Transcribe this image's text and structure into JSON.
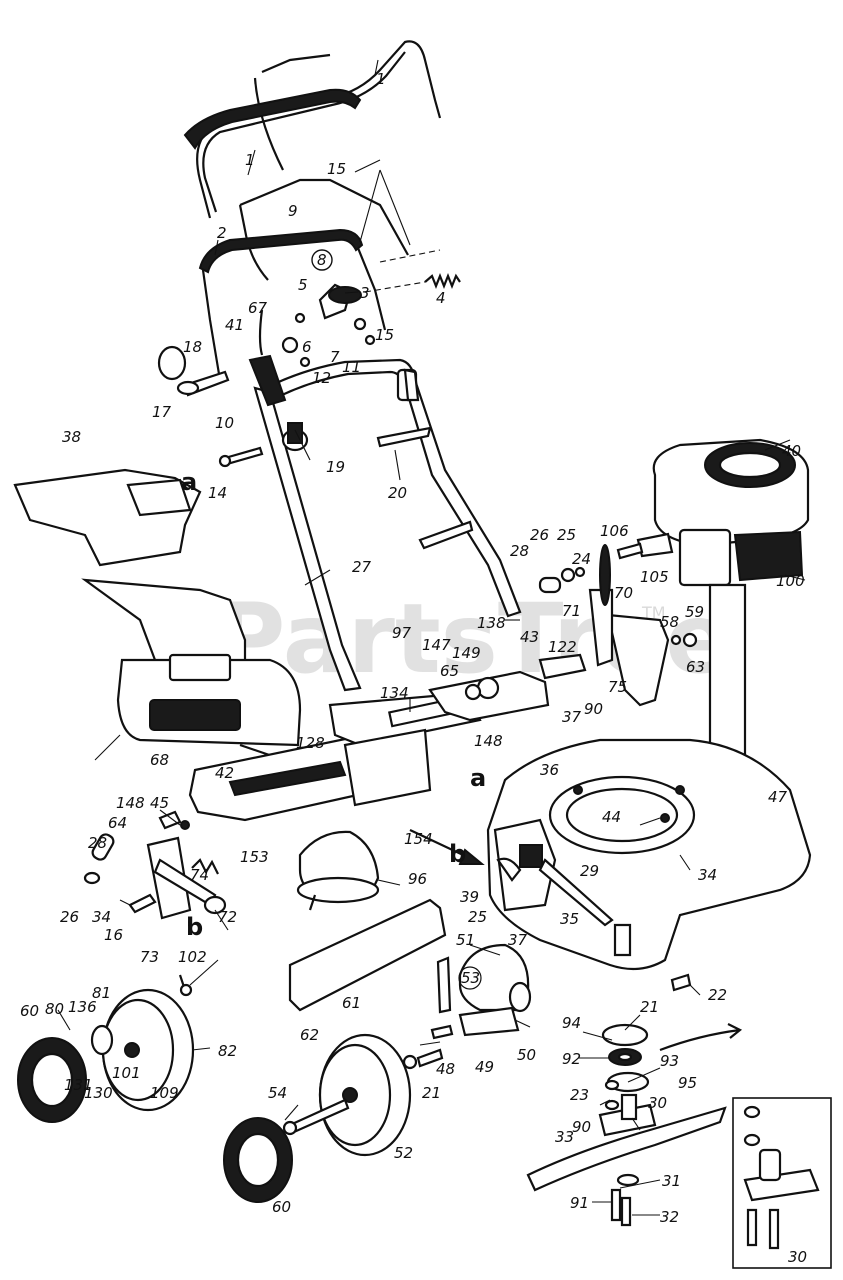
{
  "watermark": "PartsTree",
  "trademark": "TM",
  "callouts": {
    "c1a": "1",
    "c1b": "1",
    "c2": "2",
    "c3": "3",
    "c4": "4",
    "c5": "5",
    "c6": "6",
    "c7": "7",
    "c8": "8",
    "c9": "9",
    "c10": "10",
    "c11": "11",
    "c12": "12",
    "c14": "14",
    "c15a": "15",
    "c15b": "15",
    "c16": "16",
    "c17": "17",
    "c18": "18",
    "c19": "19",
    "c20": "20",
    "c21a": "21",
    "c21b": "21",
    "c22": "22",
    "c23": "23",
    "c24": "24",
    "c25a": "25",
    "c25b": "25",
    "c26a": "26",
    "c26b": "26",
    "c27": "27",
    "c28a": "28",
    "c28b": "28",
    "c29": "29",
    "c30a": "30",
    "c30b": "30",
    "c31": "31",
    "c32": "32",
    "c33": "33",
    "c34a": "34",
    "c34b": "34",
    "c35": "35",
    "c36": "36",
    "c37a": "37",
    "c37b": "37",
    "c38": "38",
    "c39": "39",
    "c40": "40",
    "c41": "41",
    "c42": "42",
    "c43": "43",
    "c44": "44",
    "c45": "45",
    "c47": "47",
    "c48": "48",
    "c49": "49",
    "c50": "50",
    "c51": "51",
    "c52": "52",
    "c53": "53",
    "c54": "54",
    "c58": "58",
    "c59": "59",
    "c60a": "60",
    "c60b": "60",
    "c61": "61",
    "c62": "62",
    "c63": "63",
    "c64": "64",
    "c65": "65",
    "c67": "67",
    "c68": "68",
    "c70": "70",
    "c71": "71",
    "c72": "72",
    "c73": "73",
    "c74": "74",
    "c75": "75",
    "c80": "80",
    "c81": "81",
    "c82": "82",
    "c90a": "90",
    "c90b": "90",
    "c91": "91",
    "c92": "92",
    "c93": "93",
    "c94": "94",
    "c95": "95",
    "c96": "96",
    "c97": "97",
    "c100": "100",
    "c101": "101",
    "c102": "102",
    "c105": "105",
    "c106": "106",
    "c109": "109",
    "c122": "122",
    "c128": "128",
    "c130": "130",
    "c131": "131",
    "c134": "134",
    "c136": "136",
    "c138": "138",
    "c147": "147",
    "c148a": "148",
    "c148b": "148",
    "c149": "149",
    "c153": "153",
    "c154": "154",
    "ref_a1": "a",
    "ref_a2": "a",
    "ref_b1": "b",
    "ref_b2": "b"
  }
}
